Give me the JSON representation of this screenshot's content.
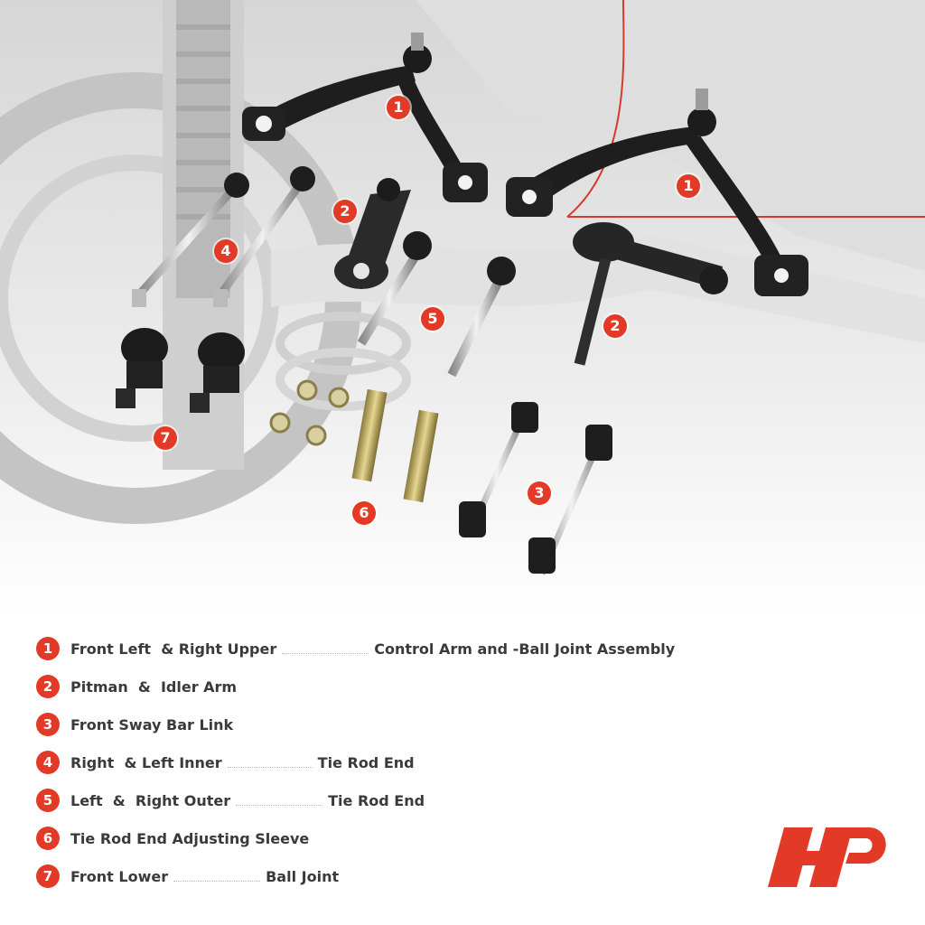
{
  "callouts": [
    "1",
    "1",
    "2",
    "2",
    "3",
    "4",
    "5",
    "6",
    "7"
  ],
  "legend": [
    {
      "num": "1",
      "part_a": "Front Left  & Right Upper",
      "part_b": "Control Arm and -Ball Joint Assembly"
    },
    {
      "num": "2",
      "part_a": "Pitman  &  Idler Arm",
      "part_b": ""
    },
    {
      "num": "3",
      "part_a": "Front Sway Bar Link",
      "part_b": ""
    },
    {
      "num": "4",
      "part_a": "Right  & Left Inner",
      "part_b": "Tie Rod End"
    },
    {
      "num": "5",
      "part_a": "Left  &  Right Outer",
      "part_b": "Tie Rod End"
    },
    {
      "num": "6",
      "part_a": "Tie Rod End Adjusting Sleeve",
      "part_b": ""
    },
    {
      "num": "7",
      "part_a": "Front Lower",
      "part_b": "Ball Joint"
    }
  ],
  "colors": {
    "accent": "#e23a26",
    "text": "#3a3a3a"
  },
  "logo_icon": "ap-logo"
}
